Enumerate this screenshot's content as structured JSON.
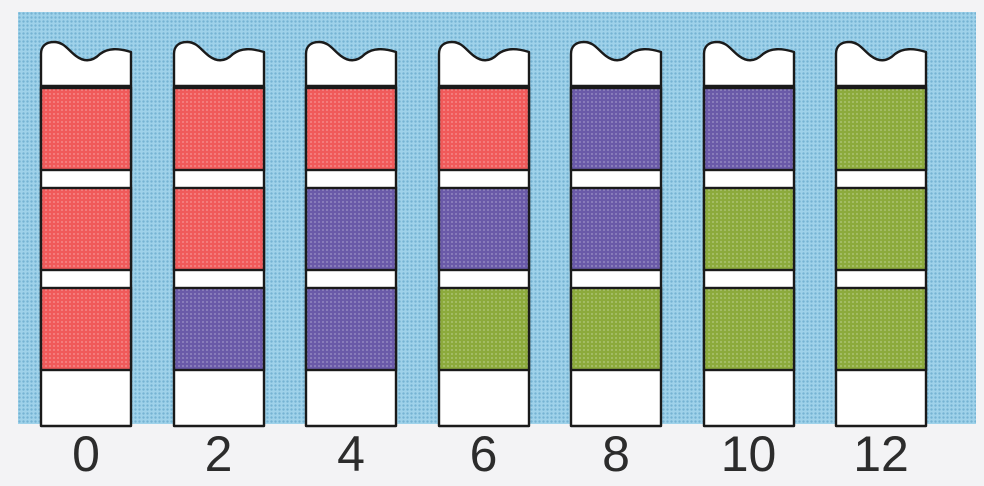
{
  "colors": {
    "red": "#f05a5a",
    "blue": "#6a5aa8",
    "green": "#8caa3c",
    "white": "#ffffff",
    "outline": "#1a1a1a",
    "background": "#9fd2ea"
  },
  "strips": [
    {
      "label": "0",
      "pads": [
        "red",
        "red",
        "red"
      ]
    },
    {
      "label": "2",
      "pads": [
        "red",
        "red",
        "blue"
      ]
    },
    {
      "label": "4",
      "pads": [
        "red",
        "blue",
        "blue"
      ]
    },
    {
      "label": "6",
      "pads": [
        "red",
        "blue",
        "green"
      ]
    },
    {
      "label": "8",
      "pads": [
        "blue",
        "blue",
        "green"
      ]
    },
    {
      "label": "10",
      "pads": [
        "blue",
        "green",
        "green"
      ]
    },
    {
      "label": "12",
      "pads": [
        "green",
        "green",
        "green"
      ]
    }
  ]
}
